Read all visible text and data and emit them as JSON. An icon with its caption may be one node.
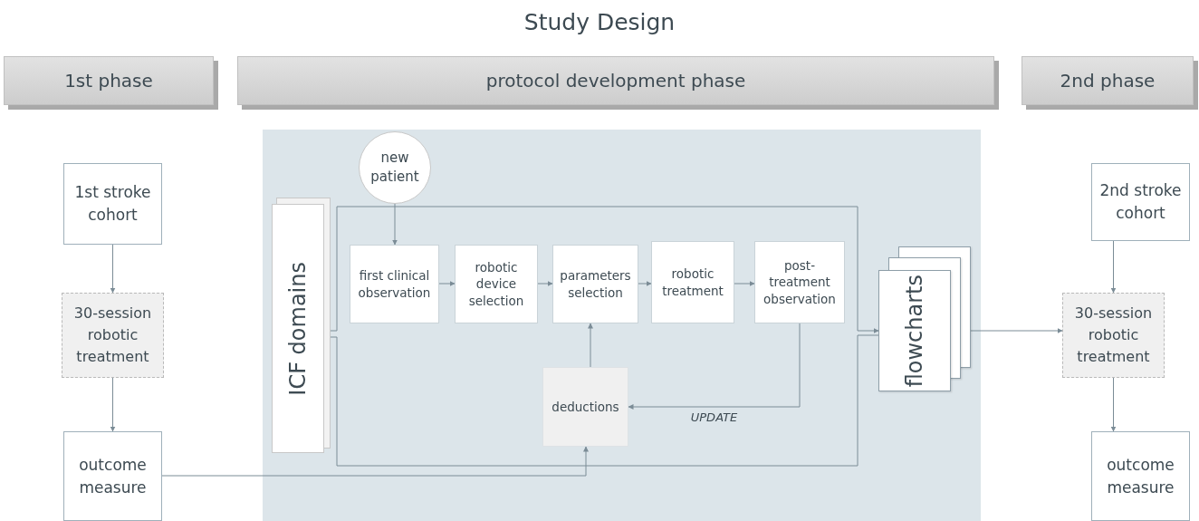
{
  "diagram": {
    "title": "Study Design",
    "nodes": [
      {
        "text": [
          "1st phase"
        ]
      },
      {
        "text": [
          "protocol development phase"
        ]
      },
      {
        "text": [
          "2nd phase"
        ]
      },
      {
        "text": [
          "1st stroke cohort"
        ]
      },
      {
        "text": [
          "30-session robotic treatment"
        ]
      },
      {
        "text": [
          "outcome measure"
        ]
      },
      {
        "text": [
          "new patient"
        ]
      },
      {
        "text": [
          "ICF domains"
        ]
      },
      {
        "text": [
          "first clinical observation"
        ]
      },
      {
        "text": [
          "robotic device selection"
        ]
      },
      {
        "text": [
          "parameters selection"
        ]
      },
      {
        "text": [
          "robotic treatment"
        ]
      },
      {
        "text": [
          "post-treatment observation"
        ]
      },
      {
        "text": [
          "deductions"
        ]
      },
      {
        "text": [
          "flowcharts"
        ]
      },
      {
        "text": [
          "2nd stroke cohort"
        ]
      },
      {
        "text": [
          "30-session robotic treatment"
        ]
      },
      {
        "text": [
          "outcome measure"
        ]
      }
    ],
    "edges": [
      {
        "from": 3,
        "to": 4,
        "arrow": "to"
      },
      {
        "from": 4,
        "to": 5,
        "arrow": "to"
      },
      {
        "from": 6,
        "to": 8,
        "arrow": "to"
      },
      {
        "from": 8,
        "to": 9,
        "arrow": "to"
      },
      {
        "from": 9,
        "to": 10,
        "arrow": "to"
      },
      {
        "from": 10,
        "to": 11,
        "arrow": "to"
      },
      {
        "from": 11,
        "to": 12,
        "arrow": "to"
      },
      {
        "from": 13,
        "to": 10,
        "arrow": "to"
      },
      {
        "from": 12,
        "to": 13,
        "arrow": "to",
        "label": "UPDATE"
      },
      {
        "from": 5,
        "to": 13,
        "arrow": "to"
      },
      {
        "from": 7,
        "to": 14,
        "arrow": "to"
      },
      {
        "from": 14,
        "to": 7,
        "arrow": "to"
      },
      {
        "from": 14,
        "to": 16,
        "arrow": "to"
      },
      {
        "from": 15,
        "to": 16,
        "arrow": "to"
      },
      {
        "from": 16,
        "to": 17,
        "arrow": "to"
      }
    ]
  }
}
